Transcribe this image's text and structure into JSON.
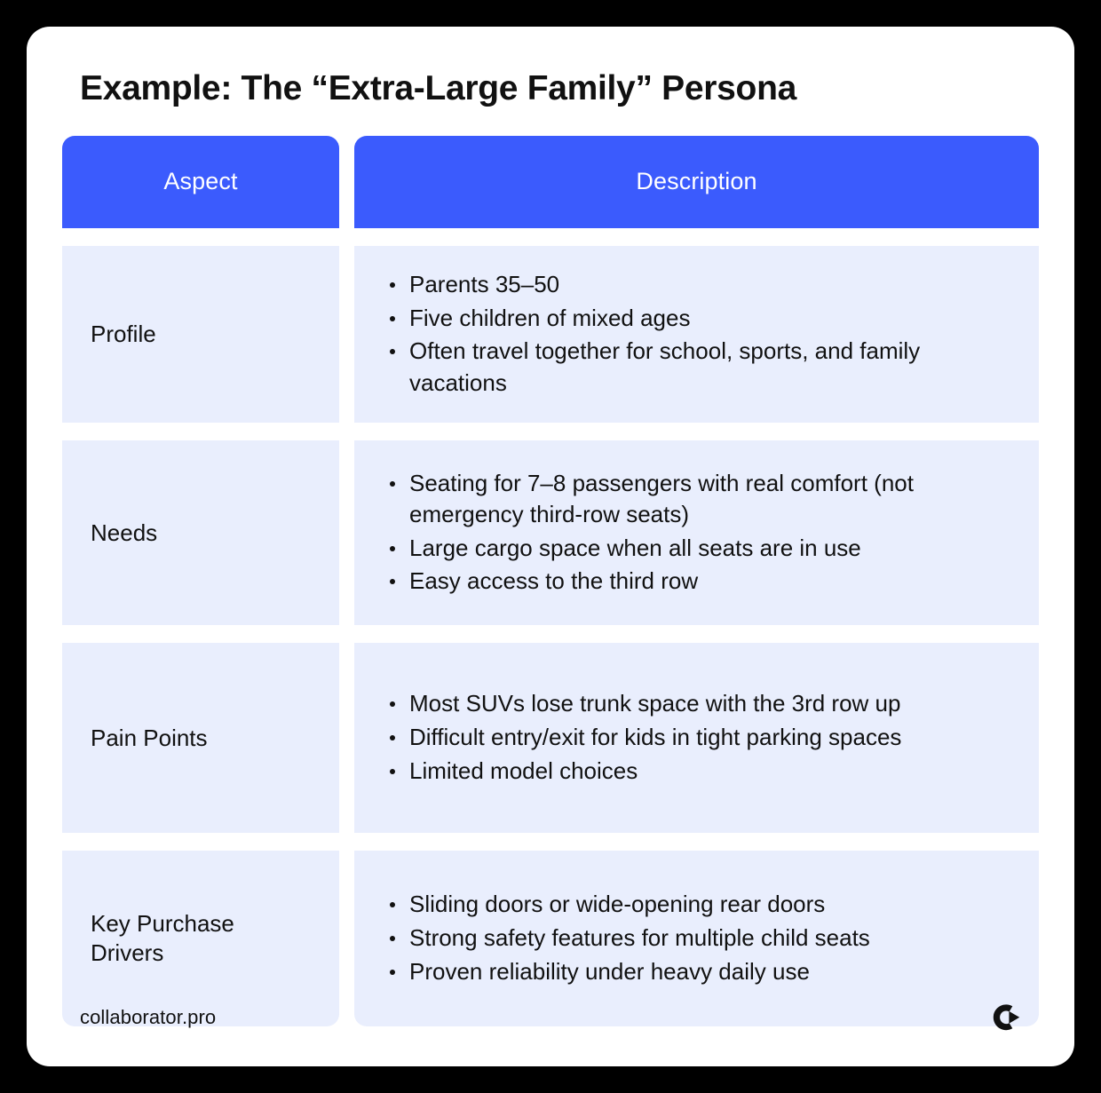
{
  "page": {
    "title": "Example: The “Extra-Large Family” Persona",
    "background_color": "#000000",
    "card_color": "#ffffff",
    "accent_color": "#3b5bfd",
    "row_color": "#e9eefd",
    "text_color": "#111111"
  },
  "table": {
    "headers": {
      "aspect": "Aspect",
      "description": "Description"
    },
    "rows": [
      {
        "aspect": "Profile",
        "bullets": [
          "Parents 35–50",
          "Five children of mixed ages",
          "Often travel together for school, sports, and family vacations"
        ]
      },
      {
        "aspect": "Needs",
        "bullets": [
          "Seating for 7–8 passengers with real comfort (not emergency third-row seats)",
          "Large cargo space when all seats are in use",
          "Easy access to the third row"
        ]
      },
      {
        "aspect": "Pain Points",
        "bullets": [
          "Most SUVs lose trunk space with the 3rd row up",
          "Difficult entry/exit for kids in tight parking spaces",
          "Limited model choices"
        ]
      },
      {
        "aspect": "Key Purchase Drivers",
        "bullets": [
          "Sliding doors or wide-opening rear doors",
          "Strong safety features for multiple child seats",
          "Proven reliability under heavy daily use"
        ]
      }
    ]
  },
  "footer": {
    "site": "collaborator.pro",
    "logo_name": "collaborator-logo-icon"
  }
}
